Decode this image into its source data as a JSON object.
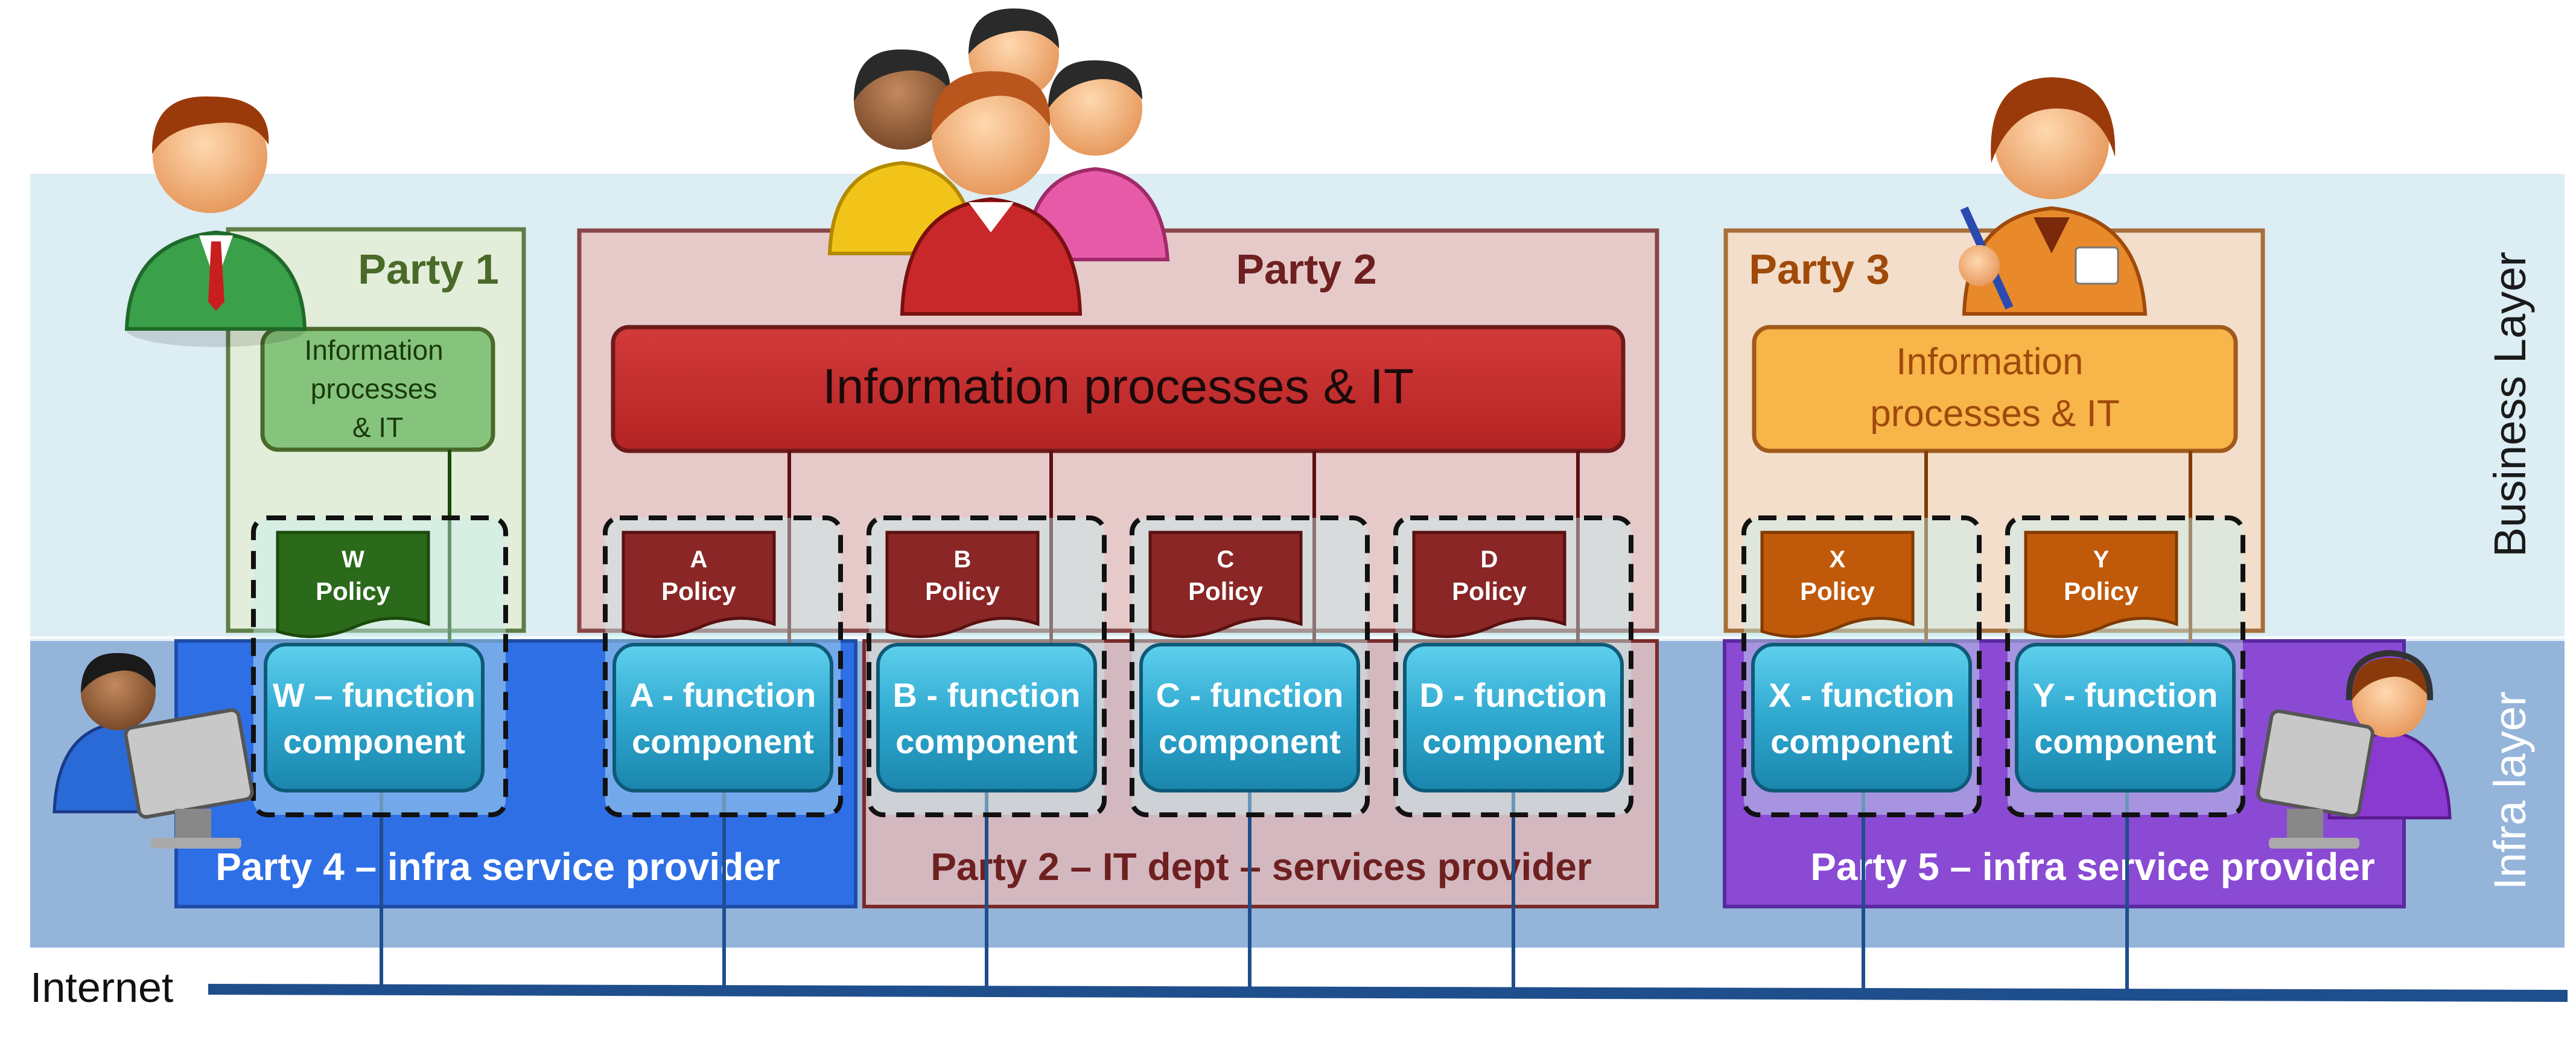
{
  "layers": {
    "business_label": "Business Layer",
    "infra_label": "Infra layer",
    "internet_label": "Internet"
  },
  "parties": {
    "p1": {
      "title": "Party 1",
      "process_lines": [
        "Information",
        "processes",
        "& IT"
      ]
    },
    "p2": {
      "title": "Party 2",
      "process_label": "Information processes & IT"
    },
    "p3": {
      "title": "Party 3",
      "process_lines": [
        "Information",
        "processes & IT"
      ]
    },
    "p4": {
      "title": "Party 4 – infra service provider"
    },
    "p2it": {
      "title": "Party 2 – IT dept – services provider"
    },
    "p5": {
      "title": "Party 5 – infra service provider"
    }
  },
  "policies": [
    {
      "letter": "W",
      "word": "Policy"
    },
    {
      "letter": "A",
      "word": "Policy"
    },
    {
      "letter": "B",
      "word": "Policy"
    },
    {
      "letter": "C",
      "word": "Policy"
    },
    {
      "letter": "D",
      "word": "Policy"
    },
    {
      "letter": "X",
      "word": "Policy"
    },
    {
      "letter": "Y",
      "word": "Policy"
    }
  ],
  "components": [
    {
      "line1": "W – function",
      "line2": "component"
    },
    {
      "line1": "A - function",
      "line2": "component"
    },
    {
      "line1": "B - function",
      "line2": "component"
    },
    {
      "line1": "C - function",
      "line2": "component"
    },
    {
      "line1": "D - function",
      "line2": "component"
    },
    {
      "line1": "X - function",
      "line2": "component"
    },
    {
      "line1": "Y - function",
      "line2": "component"
    }
  ],
  "colors": {
    "business_band": "#dcedf3",
    "infra_band": "#94b4da",
    "party1": "#4a6a2a",
    "party2": "#7a2a2a",
    "party3": "#a05a1a",
    "party4_fill": "#2f6fe6",
    "party5_fill": "#8a4ad4",
    "component": "#2fa8cf",
    "internet": "#1f4e8c"
  }
}
